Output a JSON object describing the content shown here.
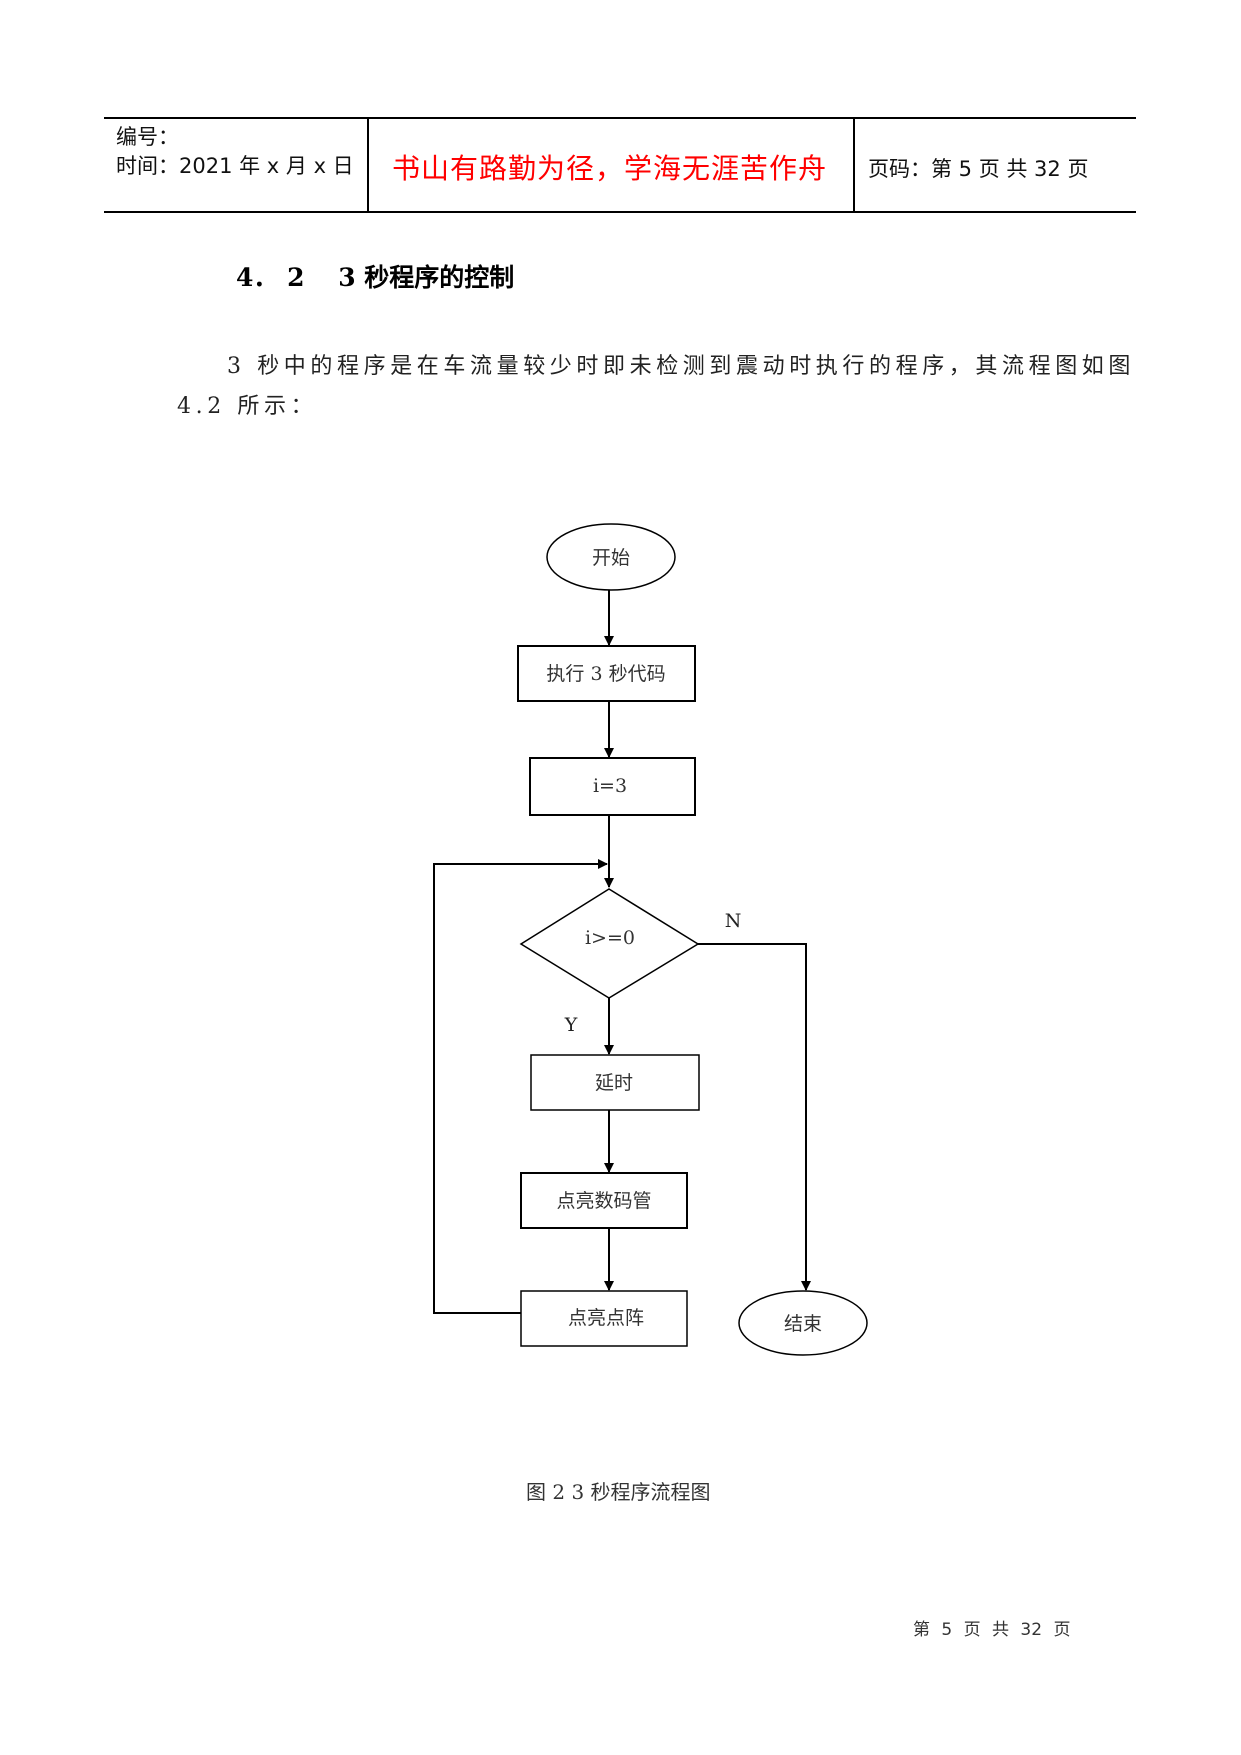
{
  "header": {
    "number_label": "编号：",
    "date_label": "时间：2021 年 x 月 x 日",
    "motto": "书山有路勤为径，学海无涯苦作舟",
    "page_info": "页码：第 5 页  共 32 页"
  },
  "section": {
    "heading": "4． 2　 3 秒程序的控制",
    "paragraph_line1": "3 秒中的程序是在车流量较少时即未检测到震动时执行的程序，其流程图如图",
    "paragraph_line2": "4.2 所示："
  },
  "flowchart": {
    "nodes": {
      "start": "开始",
      "exec": "执行 3 秒代码",
      "init": "i=3",
      "decision": "i>=0",
      "delay": "延时",
      "digit": "点亮数码管",
      "matrix": "点亮点阵",
      "end": "结束"
    },
    "labels": {
      "no": "N",
      "yes": "Y"
    },
    "caption": "图 2 3 秒程序流程图"
  },
  "footer": {
    "page_text": "第 5 页 共 32 页"
  }
}
